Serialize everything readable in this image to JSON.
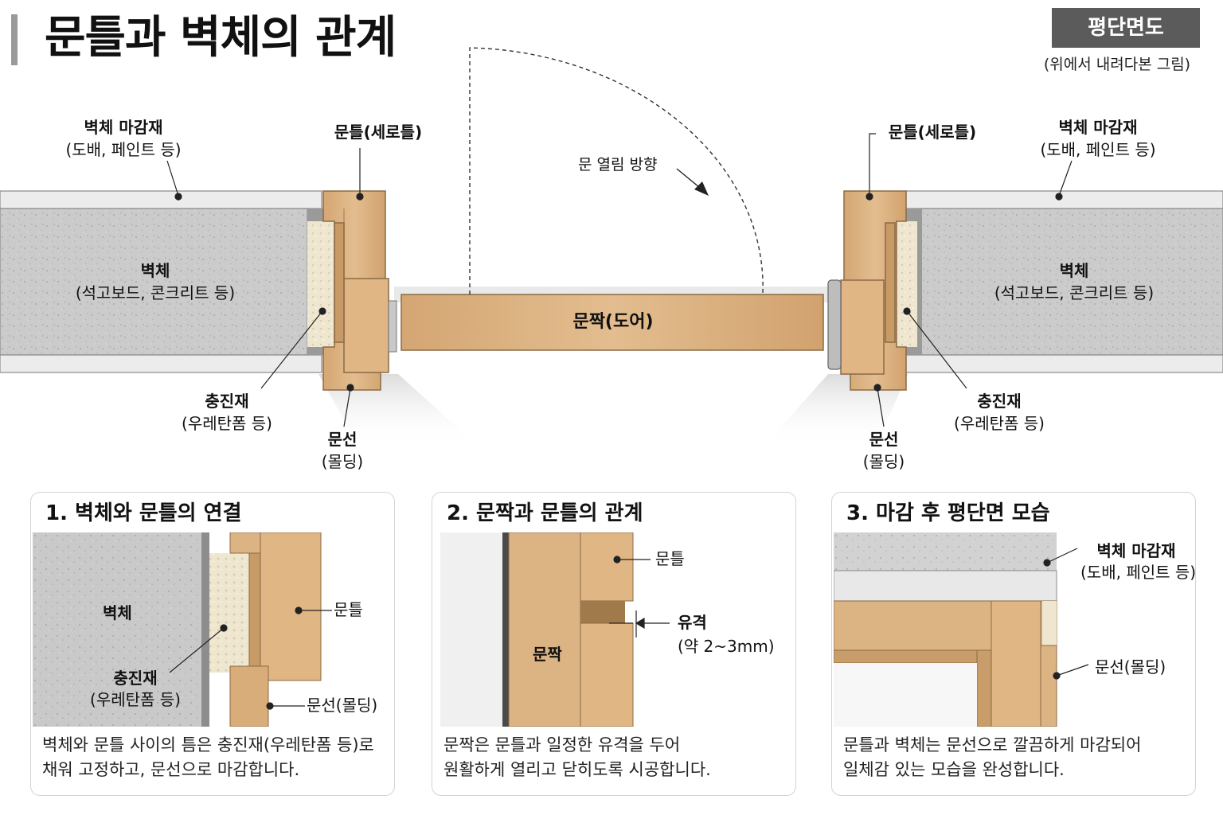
{
  "title": "문틀과 벽체의 관계",
  "badge": {
    "label": "평단면도",
    "sub": "(위에서 내려다본 그림)"
  },
  "main": {
    "left": {
      "finish_title": "벽체 마감재",
      "finish_sub": "(도배, 페인트 등)",
      "frame_title": "문틀(세로틀)",
      "wall_title": "벽체",
      "wall_sub": "(석고보드, 콘크리트 등)",
      "filler_title": "충진재",
      "filler_sub": "(우레탄폼 등)",
      "casing_title": "문선",
      "casing_sub": "(몰딩)"
    },
    "right": {
      "finish_title": "벽체 마감재",
      "finish_sub": "(도배, 페인트 등)",
      "frame_title": "문틀(세로틀)",
      "wall_title": "벽체",
      "wall_sub": "(석고보드, 콘크리트 등)",
      "filler_title": "충진재",
      "filler_sub": "(우레탄폼 등)",
      "casing_title": "문선",
      "casing_sub": "(몰딩)"
    },
    "door_label": "문짝(도어)",
    "swing_label": "문 열림 방향"
  },
  "panels": [
    {
      "title": "1. 벽체와 문틀의 연결",
      "labels": {
        "wall": "벽체",
        "filler_title": "충진재",
        "filler_sub": "(우레탄폼 등)",
        "frame": "문틀",
        "casing": "문선(몰딩)"
      },
      "desc": [
        "벽체와 문틀 사이의 틈은 충진재(우레탄폼 등)로",
        "채워 고정하고, 문선으로 마감합니다."
      ]
    },
    {
      "title": "2. 문짝과 문틀의 관계",
      "labels": {
        "frame": "문틀",
        "gap_title": "유격",
        "gap_sub": "(약 2~3mm)",
        "door": "문짝"
      },
      "desc": [
        "문짝은 문틀과 일정한 유격을 두어",
        "원활하게 열리고 닫히도록 시공합니다."
      ]
    },
    {
      "title": "3. 마감 후 평단면 모습",
      "labels": {
        "finish_title": "벽체 마감재",
        "finish_sub": "(도배, 페인트 등)",
        "casing": "문선(몰딩)"
      },
      "desc": [
        "문틀과 벽체는 문선으로 깔끔하게 마감되어",
        "일체감 있는 모습을 완성합니다."
      ]
    }
  ],
  "colors": {
    "wood": "#dcb383",
    "wood_dark": "#b98b58",
    "wall": "#cfcfcf",
    "finish": "#ececec",
    "filler": "#efe7d2",
    "badge": "#5b5b5b"
  }
}
